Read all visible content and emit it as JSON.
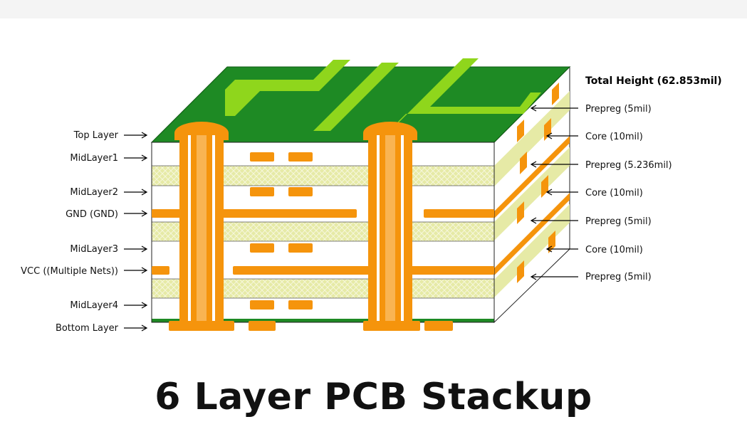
{
  "diagram": {
    "left_labels": {
      "top_layer": "Top Layer",
      "mid1": "MidLayer1",
      "mid2": "MidLayer2",
      "gnd": "GND (GND)",
      "mid3": "MidLayer3",
      "vcc": "VCC ((Multiple Nets))",
      "mid4": "MidLayer4",
      "bottom": "Bottom Layer"
    },
    "right_labels": {
      "total": "Total Height (62.853mil)",
      "prepreg1": "Prepreg (5mil)",
      "core1": "Core (10mil)",
      "prepreg2": "Prepreg (5.236mil)",
      "core2": "Core (10mil)",
      "prepreg3": "Prepreg (5mil)",
      "core3": "Core (10mil)",
      "prepreg4": "Prepreg (5mil)"
    },
    "colors": {
      "solder_mask": "#1e8a24",
      "trace_green": "#8fd61c",
      "copper": "#f5940c",
      "prepreg": "#e6eaa6",
      "core": "#ffffff"
    }
  },
  "caption": "6 Layer PCB Stackup"
}
